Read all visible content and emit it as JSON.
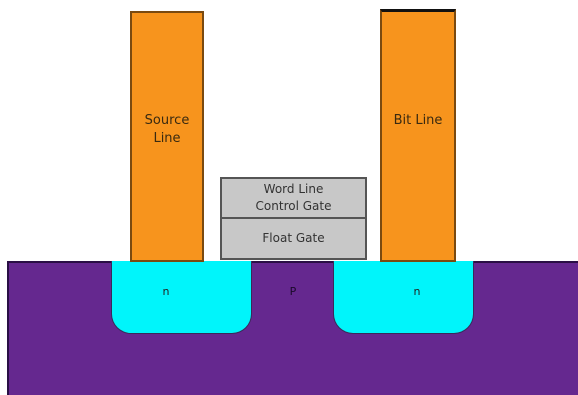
{
  "diagram": {
    "source_line": "Source\nLine",
    "bit_line": "Bit Line",
    "control_gate": "Word Line\nControl Gate",
    "float_gate": "Float Gate",
    "n_left": "n",
    "p_region": "P",
    "n_right": "n"
  },
  "colors": {
    "substrate": "#65288f",
    "n_well": "#00f5fb",
    "metal_line": "#f7941d",
    "gate": "#c8c8c8"
  }
}
